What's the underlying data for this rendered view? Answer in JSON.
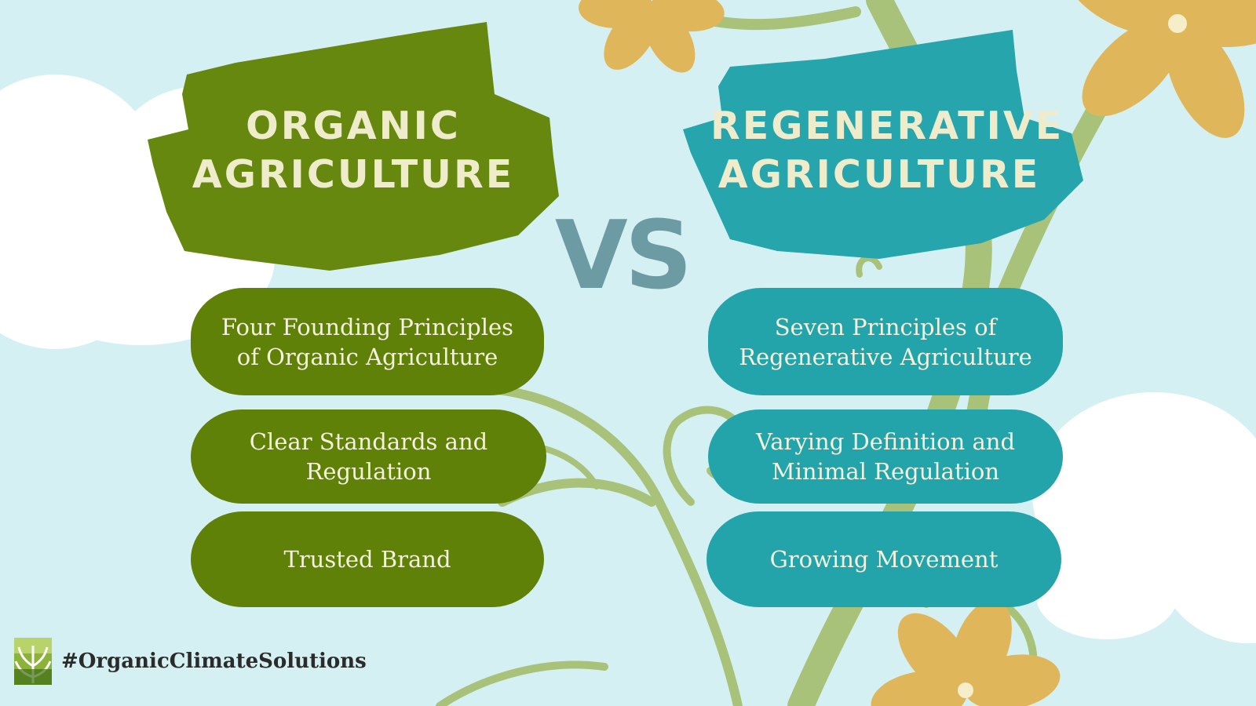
{
  "colors": {
    "background": "#d5f0f2",
    "organic_green": "#5f8107",
    "regenerative_teal": "#22a4aa",
    "vs_color": "#6d9ba3",
    "header_text": "#efeccc",
    "pill_text": "#f4f1dc",
    "flower": "#e0b65a",
    "vine": "#a9c27a"
  },
  "left": {
    "title_line1": "ORGANIC",
    "title_line2": "AGRICULTURE",
    "items": [
      {
        "line1": "Four Founding Principles",
        "line2": "of Organic Agriculture"
      },
      {
        "line1": "Clear Standards and",
        "line2": "Regulation"
      },
      {
        "line1": "Trusted Brand",
        "line2": ""
      }
    ]
  },
  "vs": "VS",
  "right": {
    "title_line1": "REGENERATIVE",
    "title_line2": "AGRICULTURE",
    "items": [
      {
        "line1": "Seven Principles of",
        "line2": "Regenerative Agriculture"
      },
      {
        "line1": "Varying Definition and",
        "line2": "Minimal Regulation"
      },
      {
        "line1": "Growing Movement",
        "line2": ""
      }
    ]
  },
  "footer": {
    "logo_icon": "organic-leaf-logo-icon",
    "hashtag": "#OrganicClimateSolutions"
  }
}
